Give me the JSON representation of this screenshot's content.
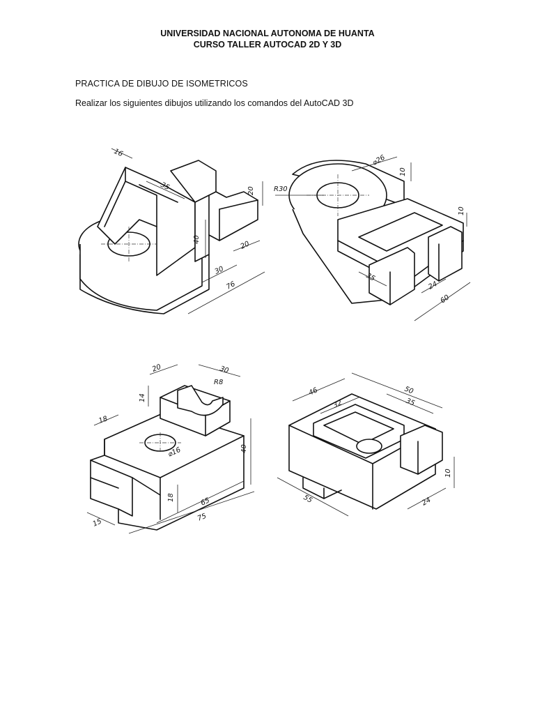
{
  "header": {
    "university": "UNIVERSIDAD NACIONAL AUTONOMA DE HUANTA",
    "course": "CURSO TALLER AUTOCAD 2D Y 3D"
  },
  "practice_title": "PRACTICA DE DIBUJO DE ISOMETRICOS",
  "instruction": "Realizar los siguientes dibujos utilizando los comandos del AutoCAD 3D",
  "drawings": [
    {
      "dims": {
        "d1": "16",
        "d2": "35",
        "d3": "20",
        "d4": "40",
        "d5": "20",
        "d6": "30",
        "d7": "76"
      }
    },
    {
      "dims": {
        "d1": "⌀26",
        "d2": "10",
        "d3": "R30",
        "d4": "10",
        "d5": "35",
        "d6": "24",
        "d7": "60"
      }
    },
    {
      "dims": {
        "d1": "20",
        "d2": "30",
        "d3": "R8",
        "d4": "14",
        "d5": "18",
        "d6": "⌀16",
        "d7": "40",
        "d8": "18",
        "d9": "65",
        "d10": "75",
        "d11": "15"
      }
    },
    {
      "dims": {
        "d1": "46",
        "d2": "50",
        "d3": "32",
        "d4": "35",
        "d5": "10",
        "d6": "55",
        "d7": "24"
      }
    }
  ]
}
